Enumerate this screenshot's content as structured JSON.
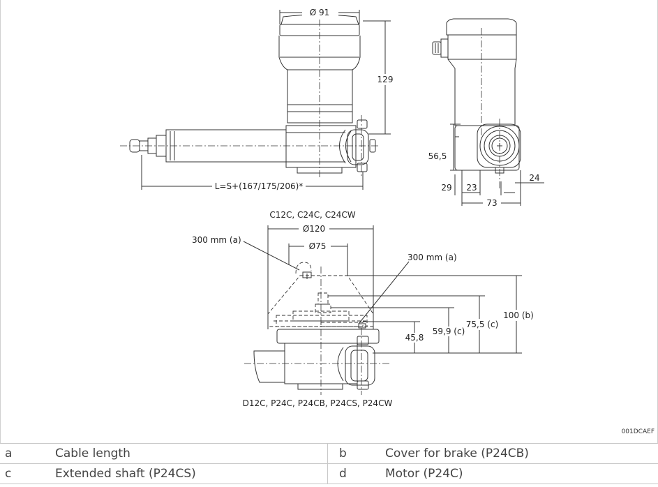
{
  "diagram": {
    "dimensions": {
      "d91": "Ø 91",
      "h129": "129",
      "length": "L=S+(167/175/206)*",
      "h56": "56,5",
      "h29": "29",
      "w23": "23",
      "w73": "73",
      "w24": "24",
      "d120": "Ø120",
      "d75": "Ø75",
      "h100": "100 (b)",
      "h75": "75,5 (c)",
      "h59": "59,9 (c)",
      "h45": "45,8"
    },
    "labels": {
      "top_models": "C12C, C24C, C24CW",
      "bottom_models": "D12C, P24C, P24CB, P24CS, P24CW",
      "cable_left": "300 mm (a)",
      "cable_right": "300 mm (a)"
    },
    "reference": "001DCAEF"
  },
  "legend": [
    {
      "key": "a",
      "text": "Cable length",
      "key2": "b",
      "text2": "Cover for brake (P24CB)"
    },
    {
      "key": "c",
      "text": "Extended shaft (P24CS)",
      "key2": "d",
      "text2": "Motor (P24C)"
    }
  ]
}
